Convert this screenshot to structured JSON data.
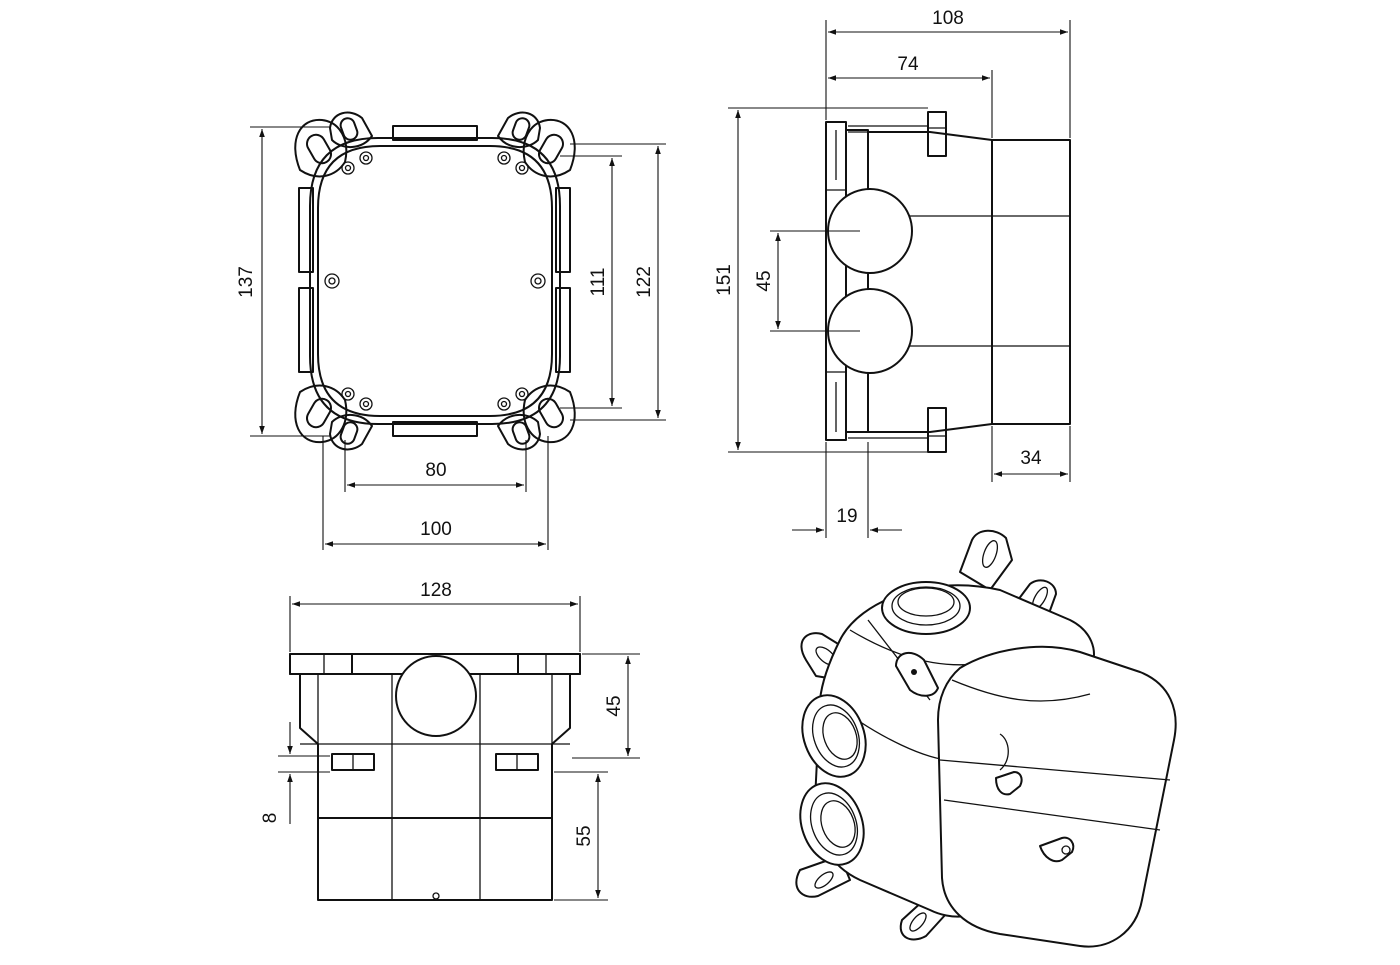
{
  "dimensions": {
    "top_view": {
      "height_outer": "137",
      "height_inner": "111",
      "height_frame": "122",
      "width_holes": "80",
      "width_frame": "100"
    },
    "side_view": {
      "depth_total": "108",
      "depth_body": "74",
      "height_total": "151",
      "outlet_spacing": "45",
      "cap_depth": "34",
      "flange_depth": "19"
    },
    "front_view": {
      "width_total": "128",
      "inlet_height": "45",
      "bottom_height": "55",
      "slot_height": "8"
    }
  }
}
